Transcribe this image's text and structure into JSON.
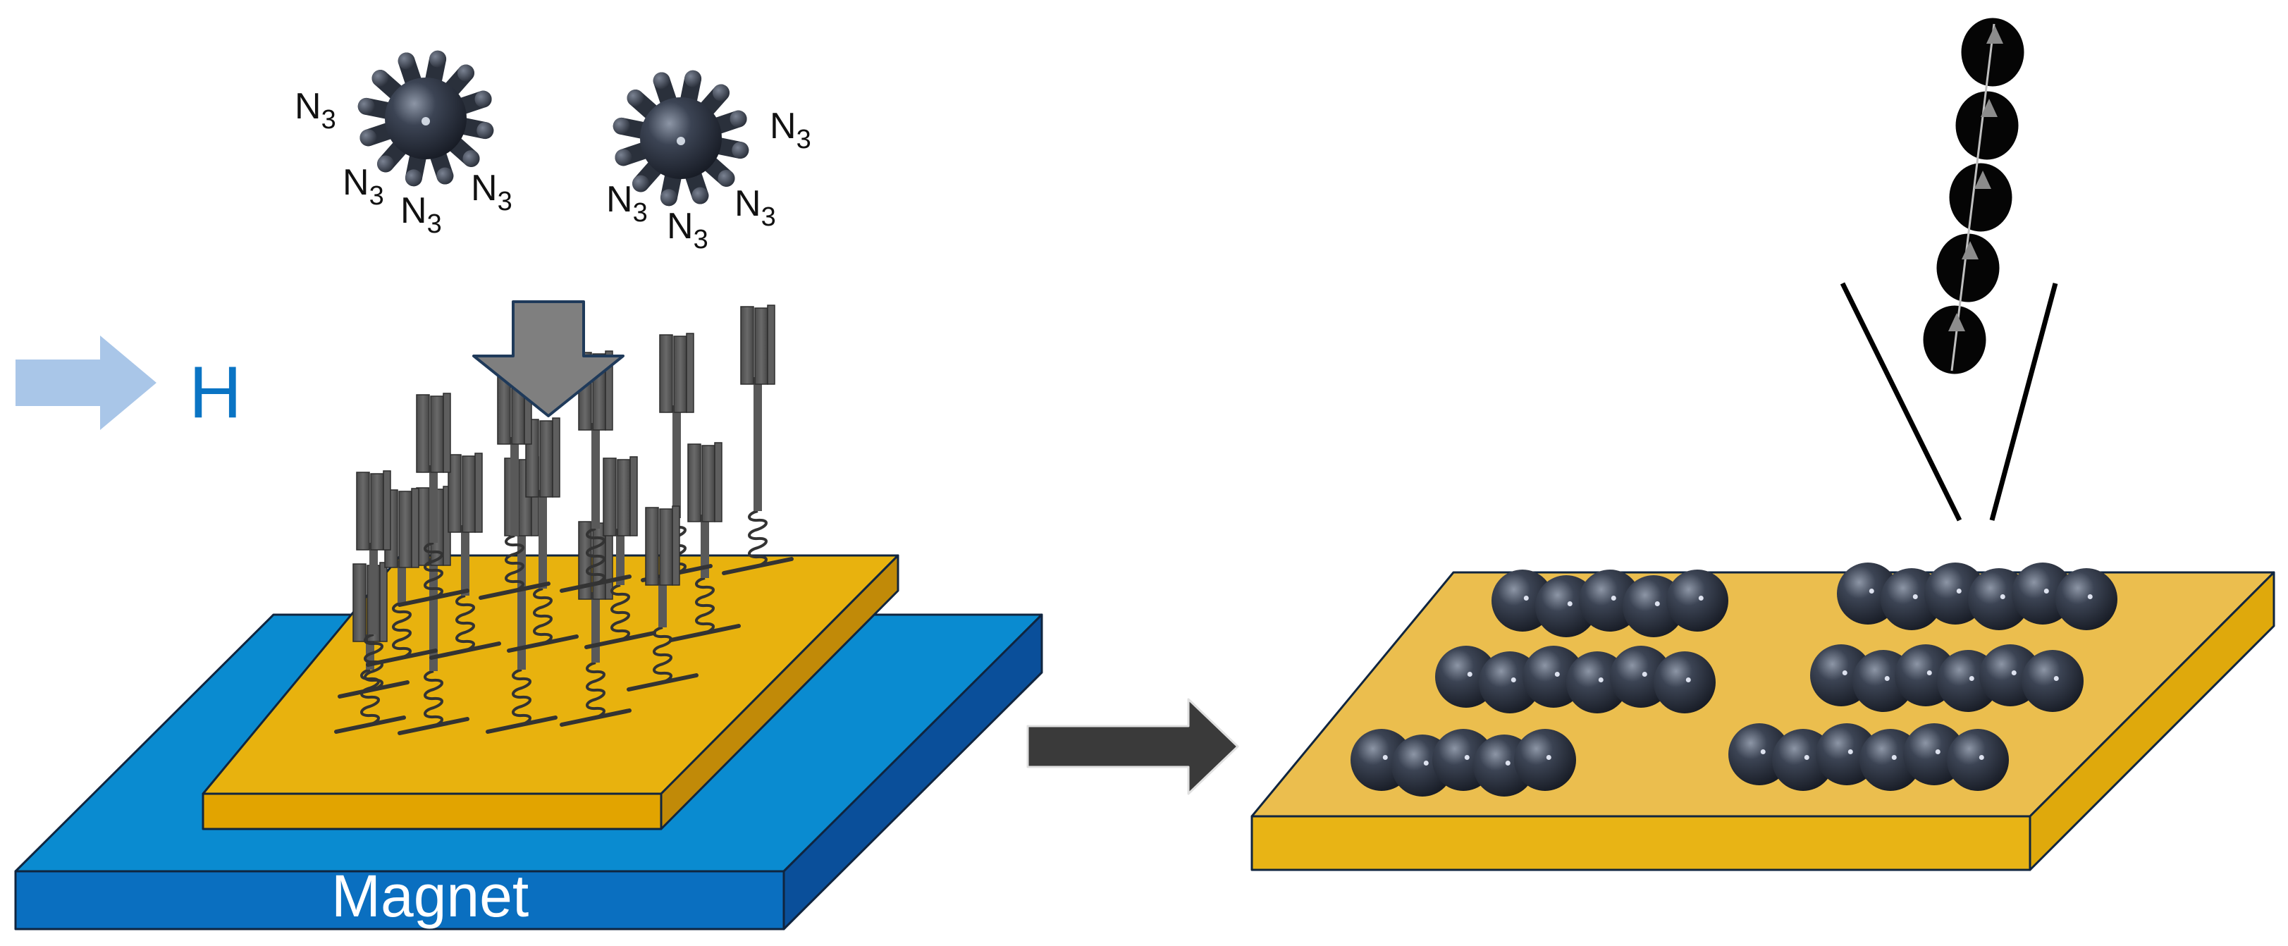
{
  "labels": {
    "field": "H",
    "magnet": "Magnet",
    "azide_base": "N",
    "azide_sub": "3"
  },
  "colors": {
    "field_arrow": "#a9c6e8",
    "field_text": "#0a74c4",
    "magnet_top": "#0a8bd0",
    "magnet_front": "#0a6fc0",
    "magnet_side": "#0a4f9a",
    "gold_top": "#e8b20e",
    "gold_front": "#e2a400",
    "gold_side": "#c18a08",
    "gold_top_right": "#ebbe4e",
    "gold_front_right": "#e8b415",
    "gold_side_right": "#dfa90c",
    "outline": "#10253f",
    "ligand": "#595959",
    "linker": "#333333",
    "particle": "#2e3440",
    "down_arrow": "#7f7f7f",
    "process_arrow": "#3a3a3a",
    "chain_bead": "#050505",
    "chain_arrow": "#8c8c8c"
  },
  "icons": [
    "field-arrow",
    "down-arrow",
    "process-arrow",
    "nanoparticle",
    "magnetic-moment-arrow"
  ]
}
